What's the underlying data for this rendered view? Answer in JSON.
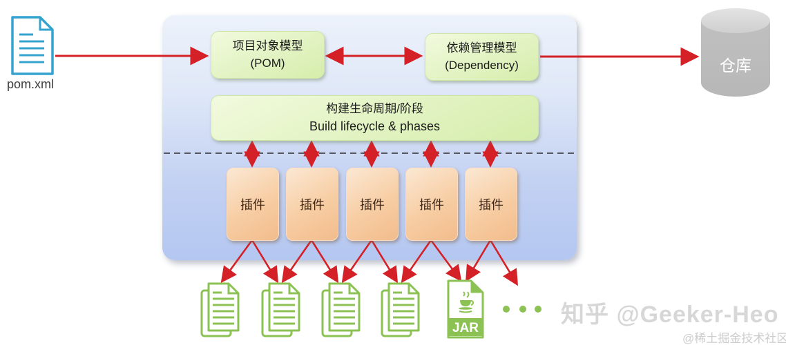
{
  "diagram": {
    "pom_file": {
      "label": "pom.xml",
      "icon": "document-icon"
    },
    "repository": {
      "label": "仓库",
      "icon": "database-cylinder-icon"
    },
    "core": {
      "pom_model": {
        "line1": "项目对象模型",
        "line2": "(POM)"
      },
      "dependency_model": {
        "line1": "依赖管理模型",
        "line2": "(Dependency)"
      },
      "lifecycle": {
        "line1": "构建生命周期/阶段",
        "line2": "Build lifecycle & phases"
      },
      "plugins": [
        {
          "label": "插件"
        },
        {
          "label": "插件"
        },
        {
          "label": "插件"
        },
        {
          "label": "插件"
        },
        {
          "label": "插件"
        }
      ]
    },
    "outputs": {
      "documents_count": 4,
      "document_icon": "stacked-documents-icon",
      "jar": {
        "label": "JAR",
        "icon": "jar-file-icon"
      },
      "ellipsis_icon": "three-dots-icon"
    },
    "watermarks": {
      "main": "知乎 @Geeker-Heo",
      "secondary": "@稀土掘金技术社区"
    },
    "colors": {
      "arrow_red": "#d42027",
      "container_blue_top": "#edf2fb",
      "container_blue_bottom": "#b4c7f1",
      "green_box": "#d5edab",
      "orange_box": "#f2bc8c",
      "doc_green": "#8cc153",
      "pom_icon_blue": "#35a3cf",
      "cylinder_gray": "#b7b7b7",
      "watermark_gray": "#d7d7d7"
    }
  }
}
